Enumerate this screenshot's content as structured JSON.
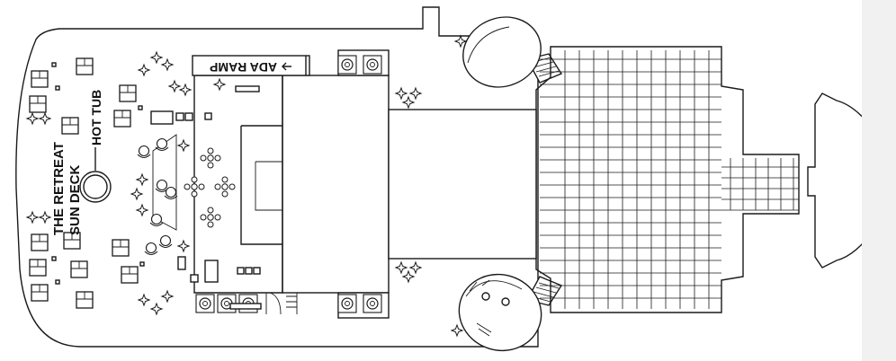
{
  "plan": {
    "labels": {
      "area": "THE RETREAT",
      "area_sub": "SUN DECK",
      "hot_tub": "HOT TUB",
      "ada_ramp": "ADA RAMP"
    },
    "line_color": "#1a1a1a",
    "background": "#ffffff",
    "edge_rail_color": "#f1f1f1"
  }
}
